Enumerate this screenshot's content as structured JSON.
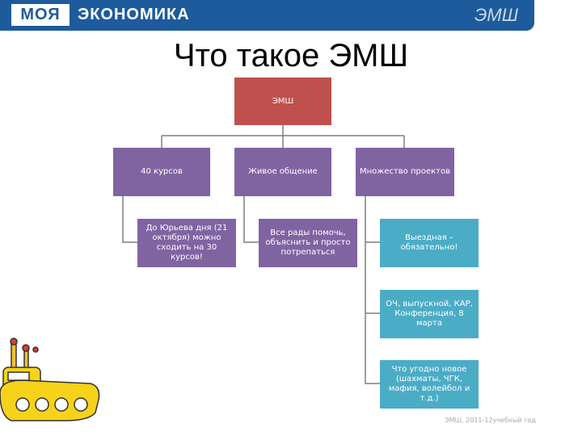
{
  "header": {
    "logo_part1": "МОЯ",
    "logo_part2": "ЭКОНОМИКА",
    "logo_right": "ЭМШ",
    "brand_color": "#1d5b9c"
  },
  "title": "Что такое ЭМШ",
  "diagram": {
    "root": "ЭМШ",
    "branches": [
      {
        "label": "40 курсов",
        "children": [
          "До Юрьева дня (21 октября) можно сходить на 30 курсов!"
        ]
      },
      {
        "label": "Живое общение",
        "children": [
          "Все рады помочь, объяснить и просто потрепаться"
        ]
      },
      {
        "label": "Множество проектов",
        "children": [
          "Выездная – обязательно!",
          "ОЧ, выпускной, КАР, Конференция, 8 марта",
          "Что угодно новое (шахматы, ЧГК, мафия, волейбол и т.д.)"
        ]
      }
    ],
    "colors": {
      "root": "#c0504d",
      "branch": "#8064a2",
      "leaf": "#4bacc6",
      "connector": "#7f7f7f"
    }
  },
  "footer": "ЭМШ, 2011-12учебный год"
}
